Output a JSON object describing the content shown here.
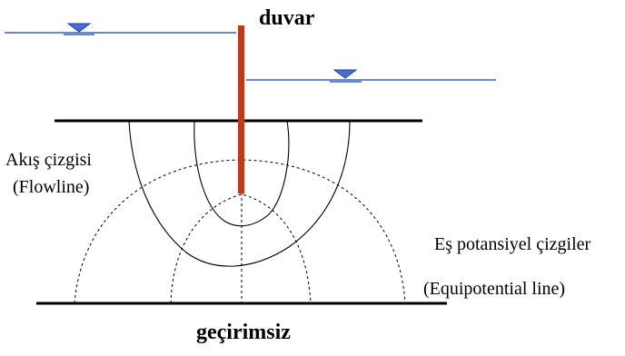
{
  "diagram": {
    "wall_label": "duvar",
    "impermeable_label": "geçirimsiz",
    "flowline_label": "Akış çizgisi",
    "flowline_label_en": "(Flowline)",
    "equipotential_label": "Eş potansiyel çizgiler",
    "equipotential_label_en": "(Equipotential line)"
  },
  "colors": {
    "wall": "#c0391b",
    "water_line": "#1a3fb5",
    "water_marker": "#4a6fd0",
    "strata": "#000000"
  }
}
